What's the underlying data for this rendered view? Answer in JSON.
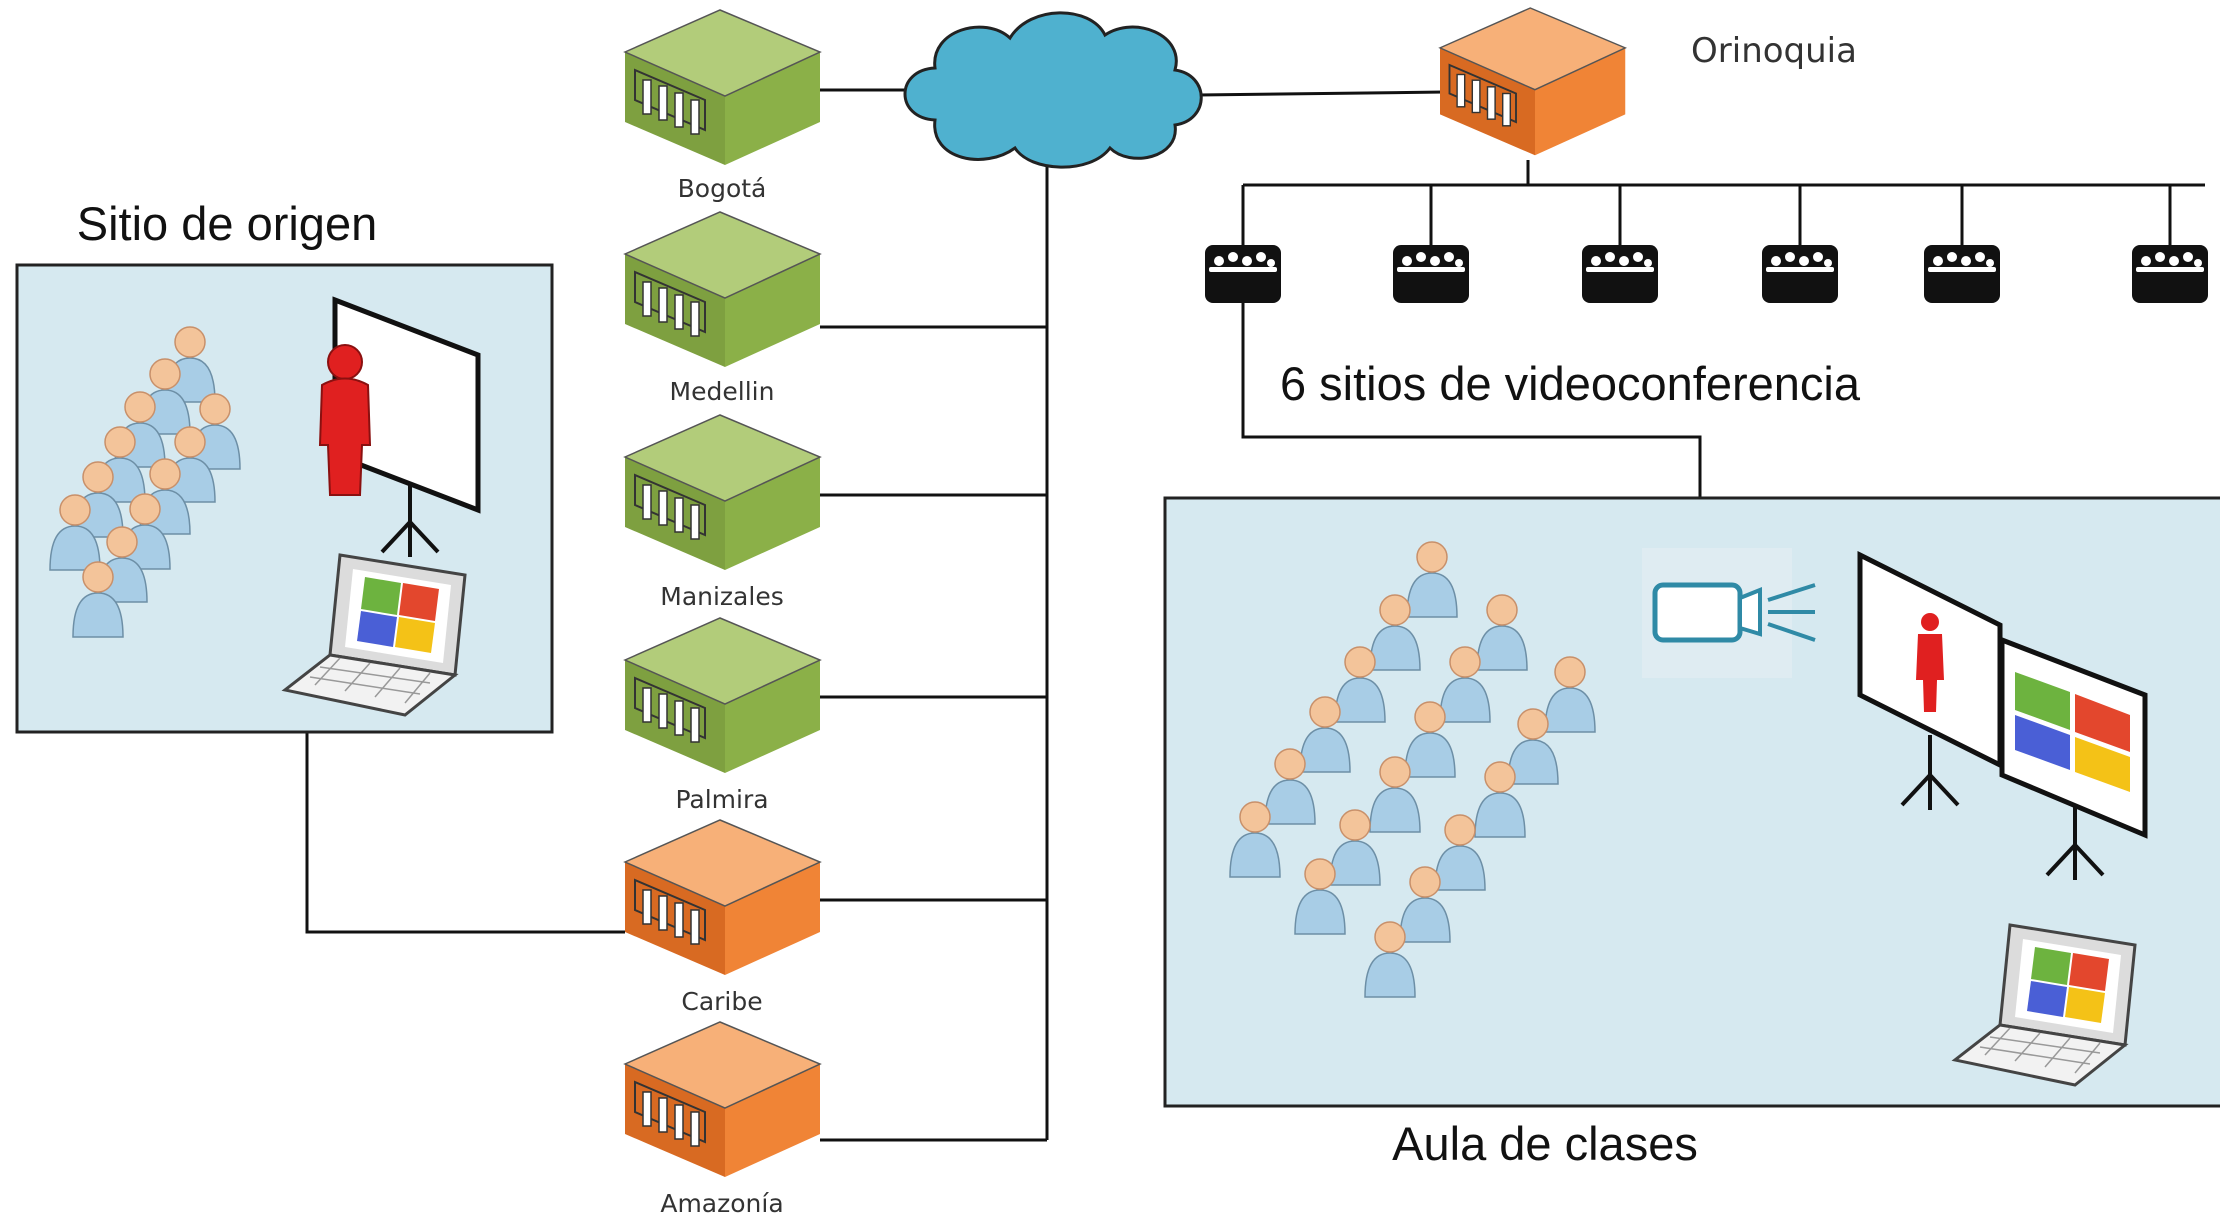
{
  "labels": {
    "origin": "Sitio de origen",
    "orinoquia": "Orinoquia",
    "videoconf": "6 sitios de videoconferencia",
    "classroom": "Aula de clases"
  },
  "sites": [
    {
      "name": "Bogotá",
      "kind": "green"
    },
    {
      "name": "Medellin",
      "kind": "green"
    },
    {
      "name": "Manizales",
      "kind": "green"
    },
    {
      "name": "Palmira",
      "kind": "green"
    },
    {
      "name": "Caribe",
      "kind": "orange"
    },
    {
      "name": "Amazonía",
      "kind": "orange"
    }
  ],
  "colors": {
    "green": "#8bb048",
    "orange": "#f08436",
    "cloud": "#4fb1cf",
    "panel": "#d6e9f0",
    "person": "#a8cde6",
    "presenter": "#e02020"
  }
}
